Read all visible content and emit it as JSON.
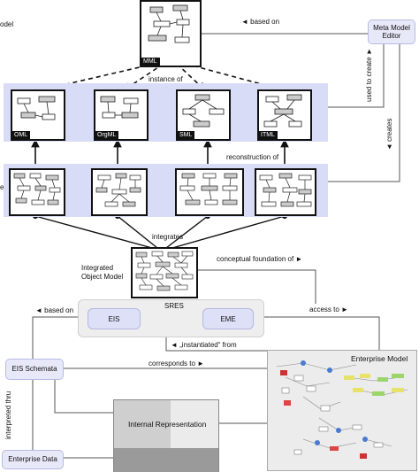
{
  "labels": {
    "top_left_fragment": "odel",
    "left_fragment": "es",
    "based_on_top": "◄ based on",
    "meta_model_editor": "Meta Model Editor",
    "used_to_create": "used to create ►",
    "creates": "◄ creates",
    "instance_of": "instance of",
    "reconstruction_of": "reconstruction of",
    "integrates": "integrates",
    "integrated_object_model": "Integrated Object Model",
    "conceptual_foundation_of": "conceptual foundation of ►",
    "based_on_mid": "◄ based on",
    "sres": "SRES",
    "eis": "EIS",
    "eme": "EME",
    "access_to": "access to ►",
    "instantiated_from": "◄ „instantiated“ from",
    "eis_schemata": "EIS Schemata",
    "corresponds_to": "corresponds to ►",
    "enterprise_model": "Enterprise Model",
    "interpreted_thru": "interpreted thru",
    "internal_representation": "Internal Representation",
    "enterprise_data": "Enterprise Data"
  },
  "thumbnails": {
    "mml": "MML",
    "row1": [
      "OML",
      "OrgML",
      "SML",
      "ITML"
    ]
  }
}
